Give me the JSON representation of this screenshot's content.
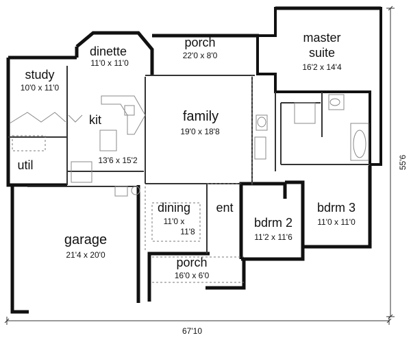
{
  "rooms": {
    "porch_top": {
      "name": "porch",
      "dims": "22'0 x 8'0"
    },
    "dinette": {
      "name": "dinette",
      "dims": "11'0 x 11'0"
    },
    "study": {
      "name": "study",
      "dims": "10'0 x 11'0"
    },
    "master": {
      "name_line1": "master",
      "name_line2": "suite",
      "dims": "16'2 x 14'4"
    },
    "kit": {
      "name": "kit",
      "dims": "13'6 x 15'2"
    },
    "family": {
      "name": "family",
      "dims": "19'0 x 18'8"
    },
    "util": {
      "name": "util"
    },
    "dining": {
      "name": "dining",
      "dims_line1": "11'0 x",
      "dims_line2": "11'8"
    },
    "ent": {
      "name": "ent"
    },
    "bdrm2": {
      "name": "bdrm 2",
      "dims": "11'2 x 11'6"
    },
    "bdrm3": {
      "name": "bdrm 3",
      "dims": "11'0 x 11'0"
    },
    "garage": {
      "name": "garage",
      "dims": "21'4 x 20'0"
    },
    "porch_front": {
      "name": "porch",
      "dims": "16'0 x 6'0"
    }
  },
  "overall": {
    "width": "67'10",
    "depth": "55'6"
  },
  "colors": {
    "wall": "#111111",
    "line": "#555555",
    "dashed": "#777777",
    "fixture": "#888888"
  }
}
